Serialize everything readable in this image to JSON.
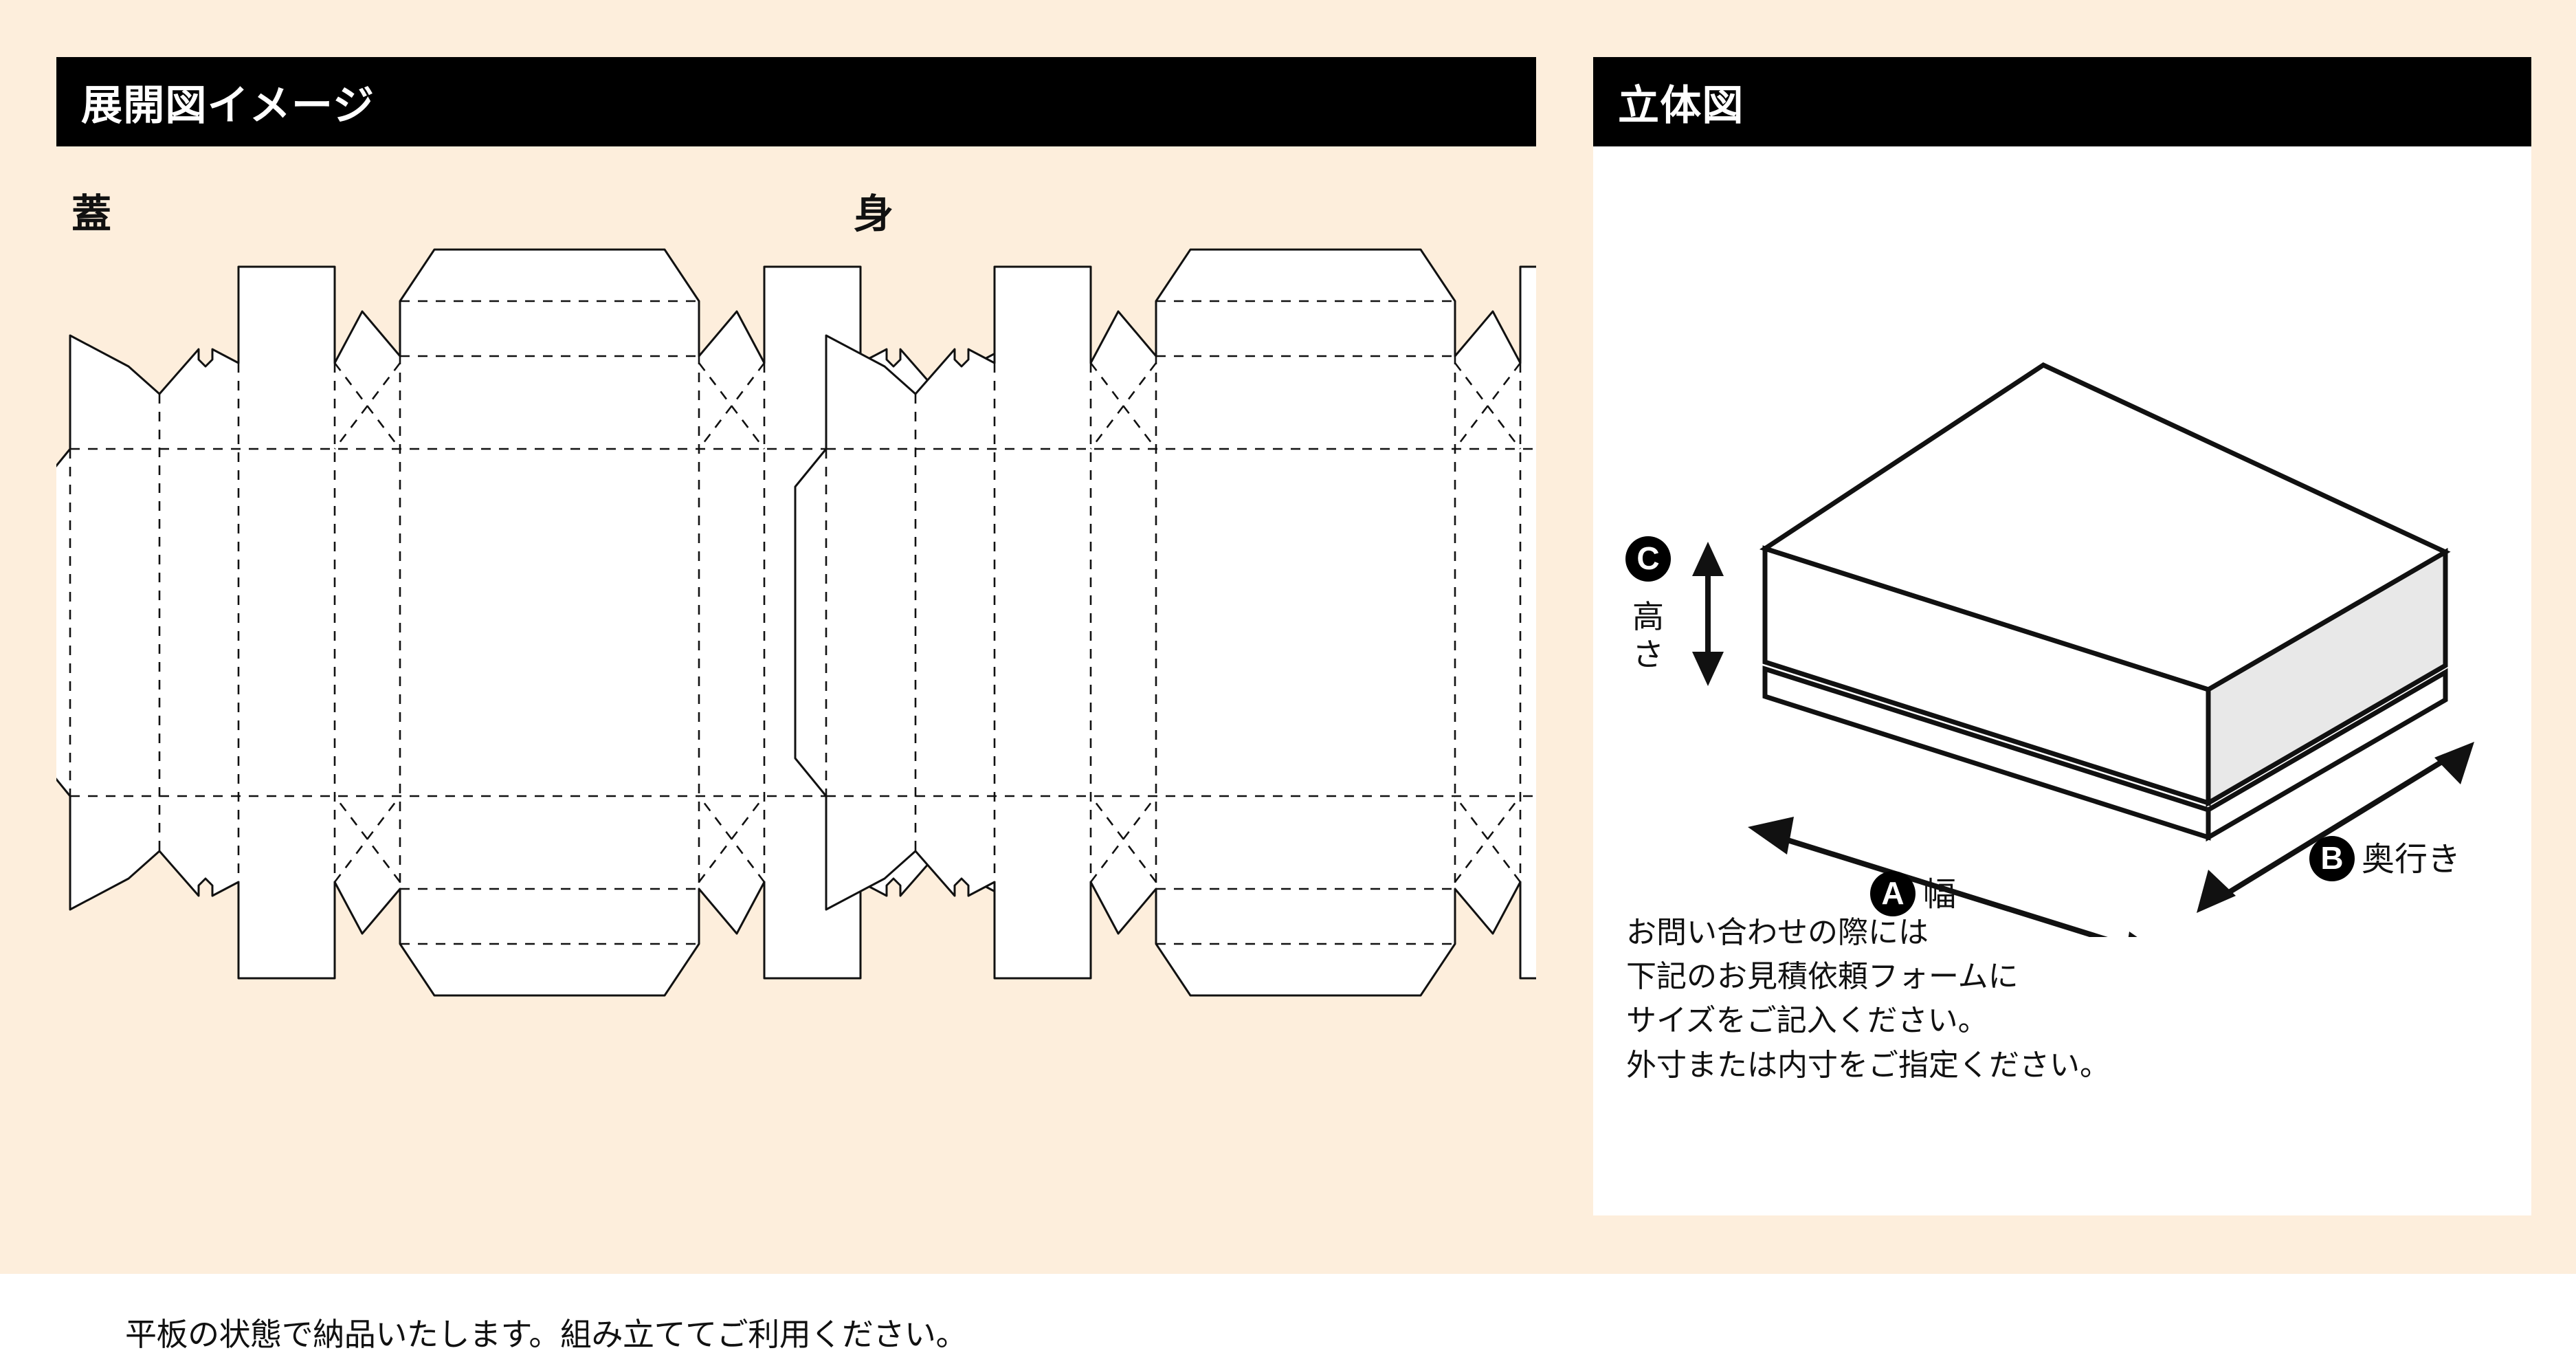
{
  "background_color": "#fdeedc",
  "panel_color": "#ffffff",
  "header_bar_color": "#000000",
  "header_text_color": "#ffffff",
  "box_face_shade": "#e8e8e8",
  "line_color": "#000000",
  "panels": {
    "left": {
      "header": "展開図イメージ",
      "dieline_labels": {
        "lid": "蓋",
        "body": "身"
      },
      "caption": "平板の状態で納品いたします。組み立ててご利用ください。"
    },
    "right": {
      "header": "立体図",
      "dimension_markers": [
        {
          "badge": "A",
          "label": "幅",
          "axis": "width"
        },
        {
          "badge": "B",
          "label": "奥行き",
          "axis": "depth"
        },
        {
          "badge": "C",
          "label": "高さ",
          "axis": "height"
        }
      ],
      "notes": [
        "お問い合わせの際には",
        "下記のお見積依頼フォームに",
        "サイズをご記入ください。",
        "外寸または内寸をご指定ください。"
      ]
    }
  }
}
